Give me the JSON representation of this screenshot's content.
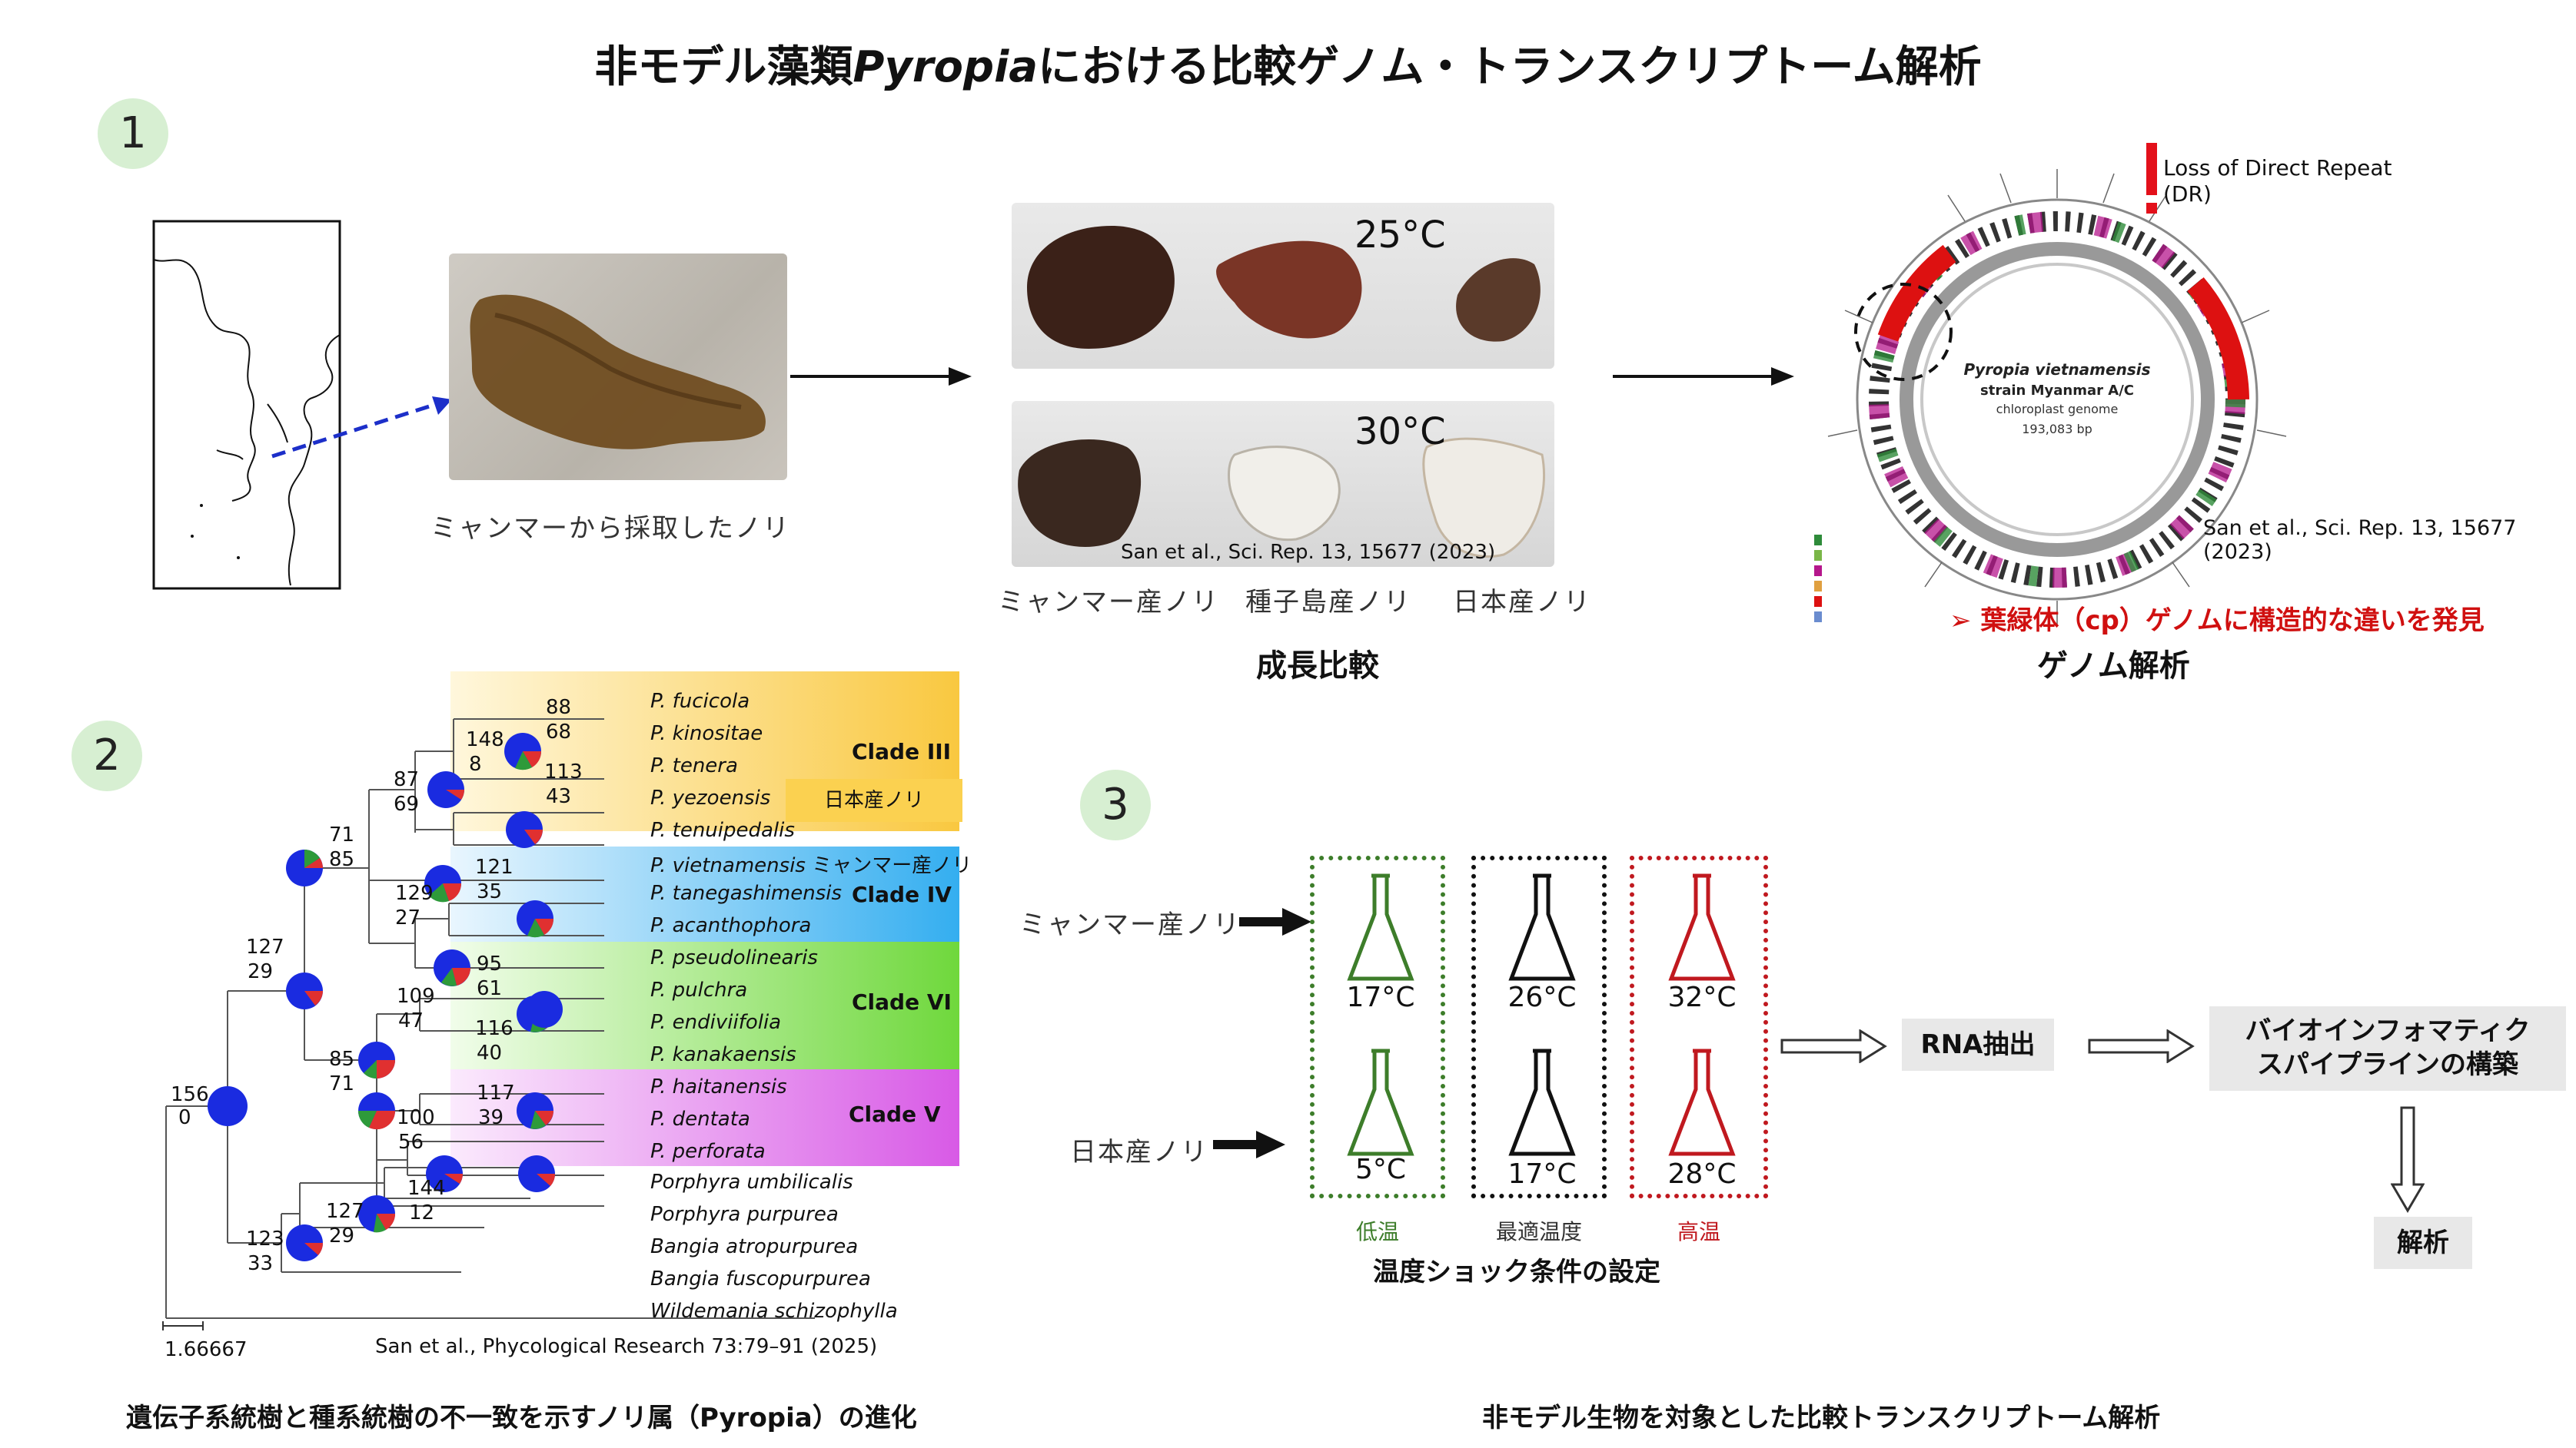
{
  "title": {
    "prefix": "非モデル藻類",
    "italic": "Pyropia",
    "suffix": "における比較ゲノム・トランスクリプトーム解析"
  },
  "sections": {
    "s1": "1",
    "s2": "2",
    "s3": "3"
  },
  "panel1": {
    "nori_caption": "ミャンマーから採取したノリ",
    "temp_25": "25°C",
    "temp_30": "30°C",
    "growth_cite": "San et al., Sci. Rep. 13, 15677 (2023)",
    "sample_myanmar": "ミャンマー産ノリ",
    "sample_tanegashima": "種子島産ノリ",
    "sample_japan": "日本産ノリ",
    "growth_label": "成長比較",
    "dr_note_line1": "Loss of Direct Repeat",
    "dr_note_line2": "(DR)",
    "genome_species": "Pyropia vietnamensis",
    "genome_strain": "strain Myanmar A/C",
    "genome_type": "chloroplast genome",
    "genome_size": "193,083 bp",
    "genome_cite": "San et al., Sci. Rep. 13, 15677 (2023)",
    "finding": "➢ 葉緑体（cp）ゲノムに構造的な違いを発見",
    "genome_label": "ゲノム解析"
  },
  "panel2": {
    "clades": {
      "III": "Clade III",
      "IV": "Clade IV",
      "VI": "Clade VI",
      "V": "Clade V"
    },
    "japan_tag": "日本産ノリ",
    "myanmar_tag": "ミャンマー産ノリ",
    "taxa": [
      "P. fucicola",
      "P. kinositae",
      "P. tenera",
      "P. yezoensis",
      "P. tenuipedalis",
      "P. vietnamensis",
      "P. tanegashimensis",
      "P. acanthophora",
      "P. pseudolinearis",
      "P. pulchra",
      "P. endiviifolia",
      "P. kanakaensis",
      "P. haitanensis",
      "P. dentata",
      "P. perforata",
      "Porphyra umbilicalis",
      "Porphyra purpurea",
      "Bangia atropurpurea",
      "Bangia fuscopurpurea",
      "Wildemania schizophylla"
    ],
    "scale": "1.66667",
    "cite": "San et al., Phycological Research 73:79–91 (2025)",
    "caption": "遺伝子系統樹と種系統樹の不一致を示すノリ属（Pyropia）の進化",
    "boot": {
      "n88": "88",
      "n68": "68",
      "n148": "148",
      "n8": "8",
      "n113": "113",
      "n43": "43",
      "n87": "87",
      "n69": "69",
      "n71": "71",
      "n85": "85",
      "n121": "121",
      "n35": "35",
      "n129": "129",
      "n27": "27",
      "n127": "127",
      "n29": "29",
      "n95": "95",
      "n61": "61",
      "n109": "109",
      "n47": "47",
      "n116": "116",
      "n40": "40",
      "n85b": "85",
      "n71b": "71",
      "n117": "117",
      "n39": "39",
      "n100": "100",
      "n56": "56",
      "n156": "156",
      "n0": "0",
      "n144": "144",
      "n12": "12",
      "n127b": "127",
      "n29b": "29",
      "n123": "123",
      "n33": "33"
    }
  },
  "panel3": {
    "myanmar": "ミャンマー産ノリ",
    "japan": "日本産ノリ",
    "low_top": "17°C",
    "low_bottom": "5°C",
    "opt_top": "26°C",
    "opt_bottom": "17°C",
    "high_top": "32°C",
    "high_bottom": "28°C",
    "low_label": "低温",
    "opt_label": "最適温度",
    "high_label": "高温",
    "condition_label": "温度ショック条件の設定",
    "rna": "RNA抽出",
    "bio_line1": "バイオインフォマティク",
    "bio_line2": "スパイプラインの構築",
    "analysis": "解析",
    "caption": "非モデル生物を対象とした比較トランスクリプトーム解析"
  },
  "colors": {
    "green": "#3d7d2a",
    "black": "#111111",
    "red": "#c0191f",
    "finding": "#d01010",
    "clade3": "#f9c840",
    "clade4": "#34aef0",
    "clade6": "#6fd83c",
    "clade5": "#d85ae6"
  }
}
